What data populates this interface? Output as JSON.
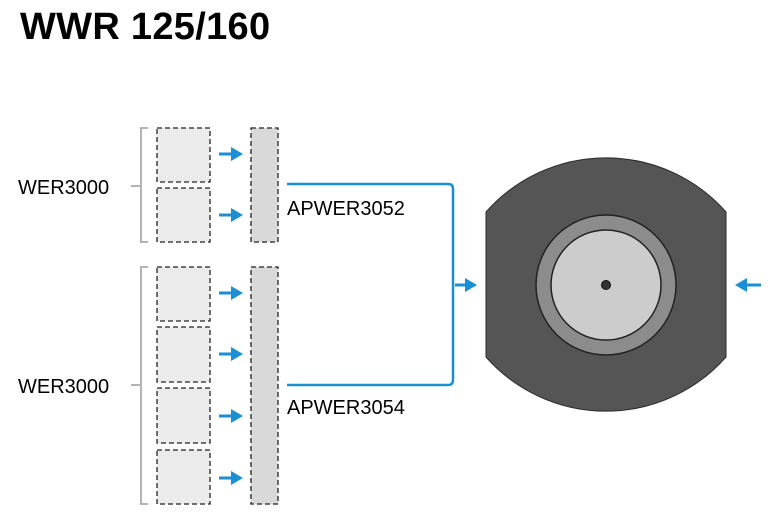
{
  "title": "WWR 125/160",
  "groups": [
    {
      "label": "WER3000",
      "module_count": 2,
      "adapter_label": "APWER3052"
    },
    {
      "label": "WER3000",
      "module_count": 4,
      "adapter_label": "APWER3054"
    }
  ],
  "colors": {
    "arrow": "#1a8fd6",
    "connector_line": "#1a8fd6",
    "module_fill": "#ebebeb",
    "adapter_fill": "#d9d9d9",
    "bracket": "#b3b3b3",
    "housing": "#555555",
    "ring": "#8c8c8c",
    "disc": "#cccccc"
  },
  "icons": [
    "arrow-right-icon",
    "arrow-left-icon"
  ]
}
